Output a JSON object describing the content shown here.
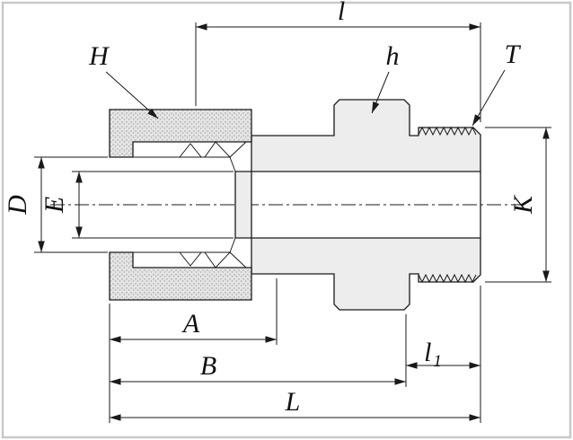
{
  "drawing": {
    "kind": "tube-fitting-male-connector-cross-section",
    "labels": {
      "l": "l",
      "H": "H",
      "h": "h",
      "T": "T",
      "D": "D",
      "E": "E",
      "K": "K",
      "A": "A",
      "B": "B",
      "L": "L",
      "l1_base": "l",
      "l1_sub": "1"
    },
    "label_meanings": {
      "l": "body length (top dimension)",
      "H": "nut (leader to knurled nut)",
      "h": "body hex (leader to hex)",
      "T": "thread (leader to male thread)",
      "D": "tube bore diameter (left)",
      "E": "through bore diameter (left)",
      "K": "thread outside diameter (right)",
      "A": "bottom dimension A",
      "B": "bottom dimension B",
      "l1": "thread-end length (bottom right)",
      "L": "overall length (bottom)"
    },
    "colors": {
      "line": "#1a1a1a",
      "body_fill": "#ededed",
      "nut_fill": "#e4e4e4",
      "nut_speckle": "#9b9b9b",
      "frame": "#c8c8c8",
      "background": "#ffffff"
    }
  }
}
